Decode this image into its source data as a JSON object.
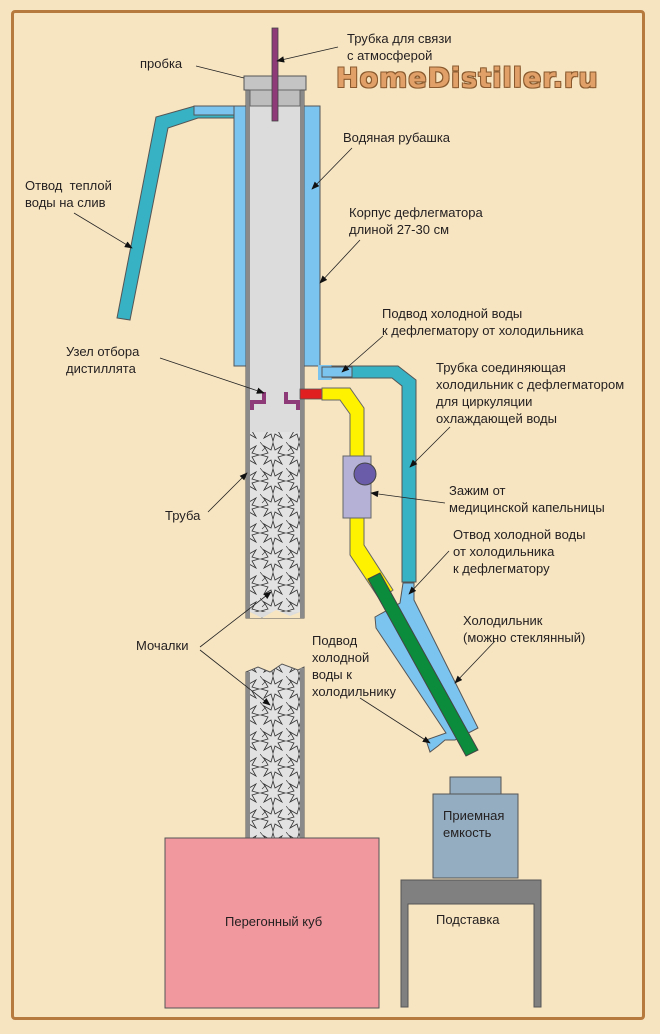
{
  "watermark": "HomeDistiller.ru",
  "labels": {
    "atmosphere_tube": "Трубка для связи\nс атмосферой",
    "stopper": "пробка",
    "water_jacket": "Водяная рубашка",
    "warm_water_drain": "Отвод  теплой\nводы на слив",
    "dephlegmator_body": "Корпус дефлегматора\nдлиной 27-30 см",
    "cold_water_inlet_dephlegmator": "Подвод холодной воды\nк дефлегматору от холодильника",
    "distillate_takeoff": "Узел отбора\nдистиллята",
    "connecting_tube": "Трубка соединяющая\nхолодильник с дефлегматором\nдля циркуляции\nохлаждающей воды",
    "clamp": "Зажим от\nмедицинской капельницы",
    "pipe": "Труба",
    "cold_water_outlet_condenser": "Отвод холодной воды\nот холодильника\nк дефлегматору",
    "sponges": "Мочалки",
    "cold_water_inlet_condenser": "Подвод\nхолодной\nводы к\nхолодильнику",
    "condenser": "Холодильник\n(можно стеклянный)",
    "receiver": "Приемная\nемкость",
    "still": "Перегонный куб",
    "stand": "Подставка"
  },
  "colors": {
    "background": "#f7e5c2",
    "border": "#b77a3e",
    "jacket_blue": "#7cc4f0",
    "teal_tube": "#36b2c4",
    "column_grey": "#dcdcdc",
    "purple_tube": "#8e3a78",
    "red_tube": "#e02020",
    "yellow_tube": "#fff200",
    "green_tube": "#0a8c3c",
    "still_pink": "#f0989e",
    "receiver_blue": "#94adc0",
    "stand_grey": "#808080",
    "clamp_lavender": "#b4b0d6",
    "clamp_knob": "#6a5ca8"
  }
}
